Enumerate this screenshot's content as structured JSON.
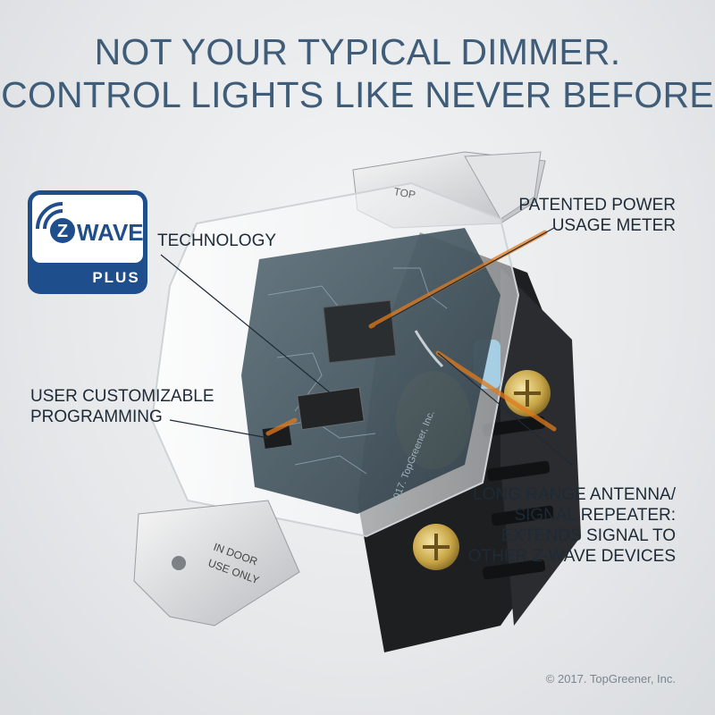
{
  "headline": {
    "line1": "NOT YOUR TYPICAL DIMMER.",
    "line2": "CONTROL LIGHTS LIKE NEVER BEFORE"
  },
  "badge": {
    "z_letter": "Z",
    "wave_text": "WAVE",
    "plus_text": "PLUS",
    "color_primary": "#1f4e8c",
    "icon": "zwave-plus-logo"
  },
  "callouts": {
    "technology": "TECHNOLOGY",
    "power_meter": [
      "PATENTED POWER",
      "USAGE METER"
    ],
    "programming": [
      "USER CUSTOMIZABLE",
      "PROGRAMMING"
    ],
    "antenna": [
      "LONG RANGE ANTENNA/",
      "SIGNAL REPEATER:",
      "EXTENDS SIGNAL TO",
      "OTHER Z-WAVE DEVICES"
    ]
  },
  "device": {
    "top_label": "TOP",
    "indoor_label": [
      "IN DOOR",
      "USE ONLY"
    ],
    "pcb_watermark": "© 2017. TopGreener, Inc.",
    "pcb_color": "#3a4d58",
    "leader_color": "#e07a1c"
  },
  "copyright": "© 2017. TopGreener, Inc."
}
